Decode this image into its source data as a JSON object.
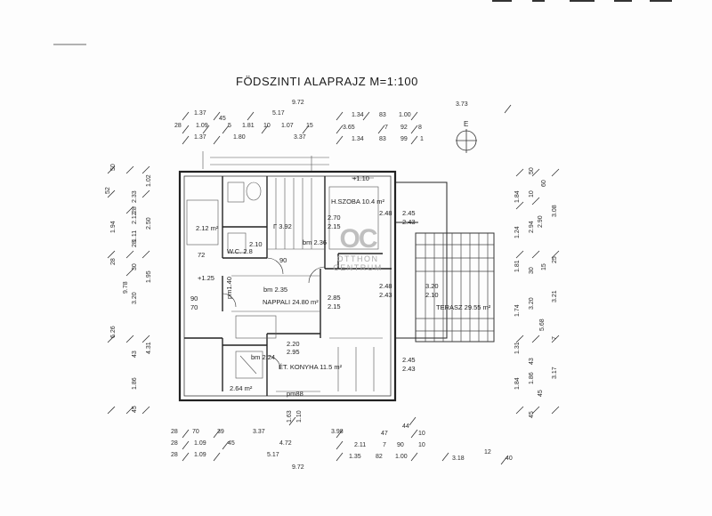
{
  "title": "FÖDSZINTI ALAPRAJZ M=1:100",
  "watermark": {
    "brand": "OTTHON",
    "brand2": "CENTRUM"
  },
  "compass": {
    "label": "E"
  },
  "rooms": {
    "hszoba": "H.SZOBA 10.4 m²",
    "nappali": "NAPPALI 24.80 m²",
    "etkonyha": "ÉT. KONYHA 11.5 m²",
    "terasz": "TERASZ 29.55 m²",
    "r212": "2.12 m²",
    "r264": "2.64 m²",
    "wc": "W.C. 2.8",
    "f392": "Γ 3.92",
    "bm235": "bm 2.35",
    "bm224": "bm 2.24",
    "bm236": "bm 2.36",
    "pm88": "pm88",
    "pm140": "pm1.40",
    "plus110": "+1.10",
    "plus125": "+1.25",
    "r270": "2.70",
    "r215": "2.15",
    "r248a": "2.48",
    "r245a": "2.45",
    "r243a": "2.43",
    "r248b": "2.48",
    "r243b": "2.43",
    "r320": "3.20",
    "r210a": "2.10",
    "r285": "2.85",
    "r215b": "2.15",
    "r220": "2.20",
    "r295": "2.95",
    "r245b": "2.45",
    "r243c": "2.43",
    "r210b": "2.10",
    "r90a": "90",
    "r90b": "90",
    "r72": "72",
    "r70": "70"
  },
  "dims": {
    "top_total": "9.72",
    "top_r": "3.73",
    "t1": "1.37",
    "t2": "45",
    "t3": "5.17",
    "t4": "1.34",
    "t5": "83",
    "t6": "1.00",
    "t7": "28",
    "t8": "1.09",
    "t9": "5",
    "t10": "1.81",
    "t11": "10",
    "t12": "1.07",
    "t13": "15",
    "t14": "3.65",
    "t15": "7",
    "t16": "92",
    "t17": "8",
    "t18": "1.37",
    "t19": "1.80",
    "t20": "3.37",
    "t21": "1.34",
    "t22": "83",
    "t23": "99",
    "t24": "1",
    "b1": "28",
    "b2": "70",
    "b3": "39",
    "b4": "3.37",
    "b5": "3.98",
    "b6": "44",
    "b7": "47",
    "b8": "10",
    "b9": "28",
    "b10": "1.09",
    "b11": "45",
    "b12": "4.72",
    "b13": "2.11",
    "b14": "7",
    "b15": "90",
    "b16": "10",
    "b17": "28",
    "b18": "1.09",
    "b19": "5.17",
    "b20": "1.35",
    "b21": "82",
    "b22": "1.00",
    "b23": "3.18",
    "b24": "12",
    "b25": "40",
    "b_total": "9.72",
    "b63": "1.63",
    "b10b": "1.10"
  },
  "vdims_left": [
    "50",
    "52",
    "2.33",
    "1.02",
    "28",
    "1.94",
    "28",
    "2.12",
    "2.50",
    "28",
    "1.11",
    "30",
    "1.95",
    "9.78",
    "3.20",
    "6.26",
    "43",
    "4.31",
    "1.86",
    "45"
  ],
  "vdims_right": [
    "50",
    "1.84",
    "10",
    "60",
    "3.08",
    "2.90",
    "2.94",
    "1.24",
    "1.81",
    "30",
    "15",
    "25",
    "3.20",
    "1.74",
    "5.68",
    "3.21",
    "1.31",
    "43",
    "1.84",
    "1.86",
    "45",
    "45",
    "3.17",
    "7"
  ]
}
